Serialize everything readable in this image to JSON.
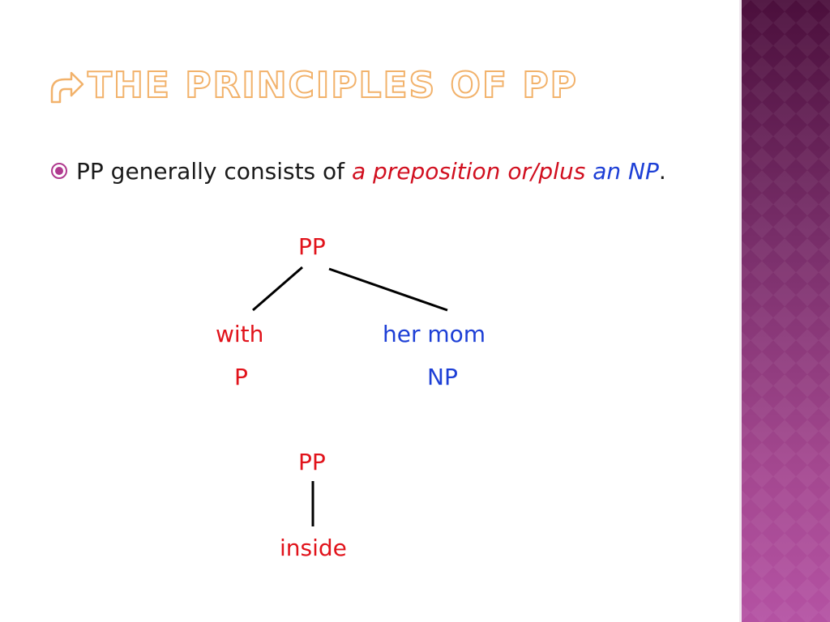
{
  "slide": {
    "title": "The principles of PP",
    "title_icon": "curved-arrow-icon",
    "bullet_icon": "target-bullet-icon",
    "bullet": {
      "text_plain": "PP generally consists of ",
      "text_em_red": "a preposition or/plus",
      "text_em_blue": "an NP",
      "text_end": "."
    }
  },
  "tree1": {
    "root": "PP",
    "left_word": "with",
    "left_cat": "P",
    "right_word": "her mom",
    "right_cat": "NP"
  },
  "tree2": {
    "root": "PP",
    "child": "inside"
  },
  "colors": {
    "title_outline": "#f2b26b",
    "red": "#e1131b",
    "blue": "#1d3fd6",
    "side_panel_dark": "#4b0f3c",
    "side_panel_light": "#b452a3"
  }
}
